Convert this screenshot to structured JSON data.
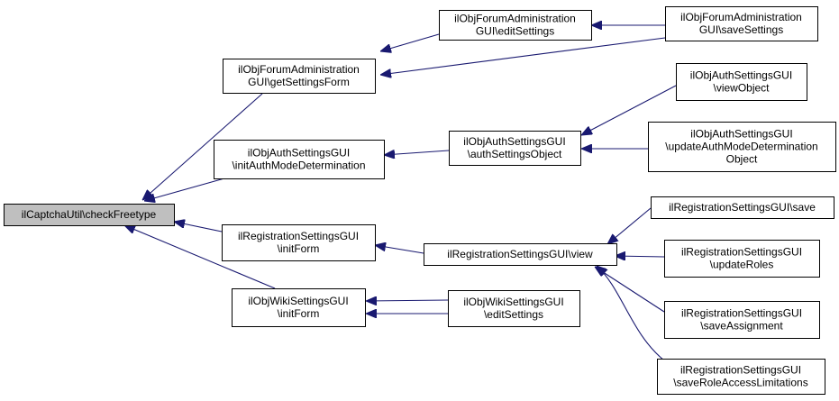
{
  "diagram": {
    "nodes": {
      "root": [
        "ilCaptchaUtil\\checkFreetype"
      ],
      "forum_get": [
        "ilObjForumAdministration",
        "GUI\\getSettingsForm"
      ],
      "forum_edit": [
        "ilObjForumAdministration",
        "GUI\\editSettings"
      ],
      "forum_save": [
        "ilObjForumAdministration",
        "GUI\\saveSettings"
      ],
      "auth_init": [
        "ilObjAuthSettingsGUI",
        "\\initAuthModeDetermination"
      ],
      "auth_obj": [
        "ilObjAuthSettingsGUI",
        "\\authSettingsObject"
      ],
      "auth_view": [
        "ilObjAuthSettingsGUI",
        "\\viewObject"
      ],
      "auth_update": [
        "ilObjAuthSettingsGUI",
        "\\updateAuthModeDetermination",
        "Object"
      ],
      "reg_init": [
        "ilRegistrationSettingsGUI",
        "\\initForm"
      ],
      "reg_view": [
        "ilRegistrationSettingsGUI\\view"
      ],
      "reg_save": [
        "ilRegistrationSettingsGUI\\save"
      ],
      "reg_roles": [
        "ilRegistrationSettingsGUI",
        "\\updateRoles"
      ],
      "reg_assign": [
        "ilRegistrationSettingsGUI",
        "\\saveAssignment"
      ],
      "reg_limits": [
        "ilRegistrationSettingsGUI",
        "\\saveRoleAccessLimitations"
      ],
      "wiki_init": [
        "ilObjWikiSettingsGUI",
        "\\initForm"
      ],
      "wiki_edit": [
        "ilObjWikiSettingsGUI",
        "\\editSettings"
      ]
    },
    "edges": [
      [
        "forum_get",
        "root"
      ],
      [
        "auth_init",
        "root"
      ],
      [
        "reg_init",
        "root"
      ],
      [
        "wiki_init",
        "root"
      ],
      [
        "forum_edit",
        "forum_get"
      ],
      [
        "forum_save",
        "forum_get"
      ],
      [
        "forum_save",
        "forum_edit"
      ],
      [
        "auth_obj",
        "auth_init"
      ],
      [
        "auth_view",
        "auth_obj"
      ],
      [
        "auth_update",
        "auth_obj"
      ],
      [
        "reg_view",
        "reg_init"
      ],
      [
        "reg_save",
        "reg_view"
      ],
      [
        "reg_roles",
        "reg_view"
      ],
      [
        "reg_assign",
        "reg_view"
      ],
      [
        "reg_limits",
        "reg_view"
      ],
      [
        "wiki_init",
        "wiki_edit"
      ],
      [
        "wiki_edit",
        "wiki_init"
      ]
    ],
    "edge_color": "#191970"
  }
}
